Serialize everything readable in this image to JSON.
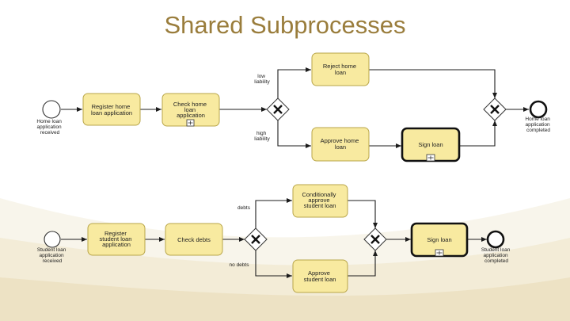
{
  "title": "Shared Subprocesses",
  "diagram_top": {
    "start_event": [
      "Home loan",
      "application",
      "received"
    ],
    "end_event": [
      "Home loan",
      "application",
      "completed"
    ],
    "task_register": [
      "Register home",
      "loan application"
    ],
    "task_check": [
      "Check home",
      "loan",
      "application"
    ],
    "task_reject": [
      "Reject home",
      "loan"
    ],
    "task_approve": [
      "Approve home",
      "loan"
    ],
    "task_sign": [
      "Sign loan"
    ],
    "label_low": [
      "low",
      "liability"
    ],
    "label_high": [
      "high",
      "liability"
    ]
  },
  "diagram_bottom": {
    "start_event": [
      "Student loan",
      "application",
      "received"
    ],
    "end_event": [
      "Student loan",
      "application",
      "completed"
    ],
    "task_register": [
      "Register",
      "student loan",
      "application"
    ],
    "task_check": [
      "Check debts"
    ],
    "task_cond_approve": [
      "Conditionally",
      "approve",
      "student loan"
    ],
    "task_approve": [
      "Approve",
      "student loan"
    ],
    "task_sign": [
      "Sign loan"
    ],
    "label_debts": [
      "debts"
    ],
    "label_no_debts": [
      "no debts"
    ]
  },
  "colors": {
    "title": "#9a7d3c",
    "task_fill": "#f8eaa0",
    "task_stroke": "#b9a64a",
    "background_swoosh": "#e9dfbd"
  }
}
